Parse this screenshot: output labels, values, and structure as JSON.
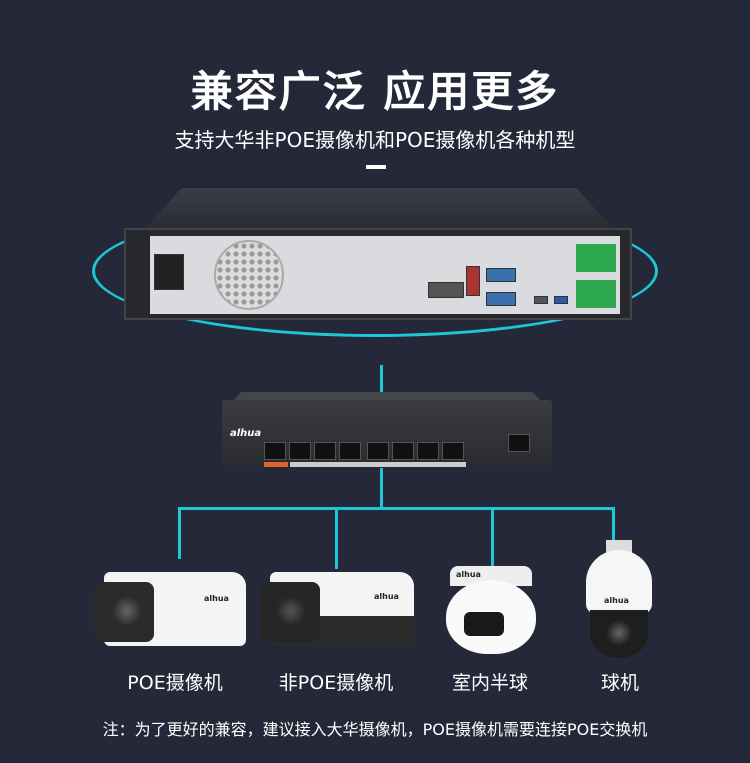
{
  "header": {
    "title": "兼容广泛  应用更多",
    "subtitle": "支持大华非POE摄像机和POE摄像机各种机型"
  },
  "switch": {
    "brand": "alhua"
  },
  "cameras": [
    {
      "label": "POE摄像机",
      "brand": "alhua"
    },
    {
      "label": "非POE摄像机",
      "brand": "alhua"
    },
    {
      "label": "室内半球",
      "brand": "alhua"
    },
    {
      "label": "球机",
      "brand": "alhua"
    }
  ],
  "note": "注：为了更好的兼容，建议接入大华摄像机，POE摄像机需要连接POE交换机",
  "colors": {
    "background": "#252839",
    "accent": "#1cc7d6"
  }
}
